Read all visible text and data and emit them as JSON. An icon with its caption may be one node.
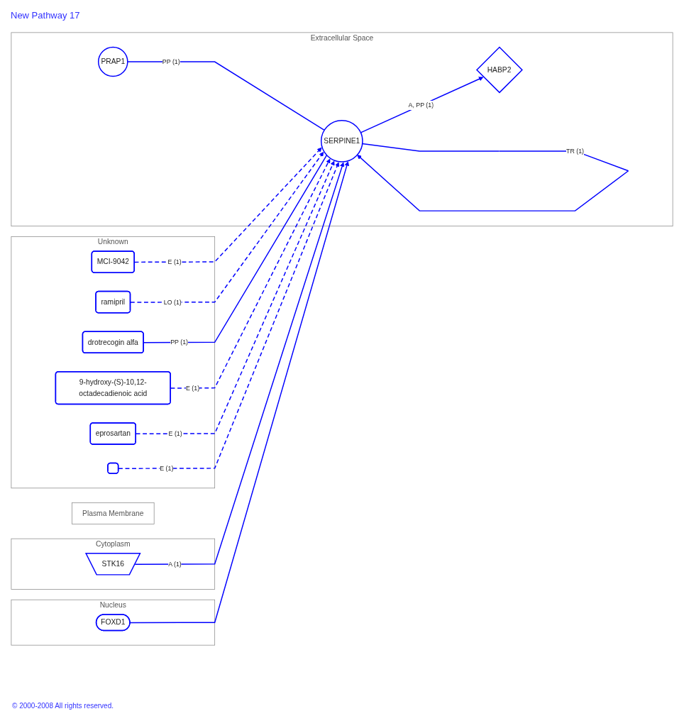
{
  "diagram": {
    "title": "New Pathway 17",
    "nodes": [
      {
        "text": [
          "Extracellular Space"
        ]
      },
      {
        "text": [
          "HABP2"
        ],
        "in": 0
      },
      {
        "text": [
          "PRAP1"
        ],
        "in": 0
      },
      {
        "text": [
          "SERPINE1"
        ],
        "in": 0
      },
      {
        "text": [
          "Plasma Membrane"
        ]
      },
      {
        "text": [
          "Cytoplasm"
        ]
      },
      {
        "text": [
          "STK16"
        ],
        "in": 5
      },
      {
        "text": [
          "Nucleus"
        ]
      },
      {
        "text": [
          "FOXD1"
        ],
        "in": 7
      },
      {
        "text": [
          "Unknown"
        ]
      },
      {
        "text": [
          "MCI-9042"
        ],
        "in": 9
      },
      {
        "text": [
          "ramipril"
        ],
        "in": 9
      },
      {
        "text": [
          "drotrecogin alfa"
        ],
        "in": 9
      },
      {
        "text": [
          "9-hydroxy-(S)-10,12-octadecadienoic acid"
        ],
        "in": 9
      },
      {
        "text": [
          "eprosartan"
        ],
        "in": 9
      },
      {
        "text": [],
        "shape": "box",
        "in": 9
      }
    ],
    "edges": [
      {
        "from": 3,
        "to": 1,
        "arrow": "to",
        "label": "A, PP (1)"
      },
      {
        "from": 3,
        "to": 3,
        "arrow": "to",
        "label": "TR (1)"
      },
      {
        "from": 2,
        "to": 3,
        "arrow": "none",
        "label": "PP (1)"
      },
      {
        "from": 10,
        "to": 3,
        "arrow": "to",
        "label": "E (1)",
        "style": "dashed"
      },
      {
        "from": 11,
        "to": 3,
        "arrow": "to",
        "label": "LO (1)",
        "style": "dashed"
      },
      {
        "from": 12,
        "to": 3,
        "arrow": "none",
        "label": "PP (1)"
      },
      {
        "from": 13,
        "to": 3,
        "arrow": "to",
        "label": "E (1)",
        "style": "dashed"
      },
      {
        "from": 6,
        "to": 3,
        "arrow": "to",
        "label": "A (1)"
      },
      {
        "from": 14,
        "to": 3,
        "arrow": "to",
        "label": "E (1)",
        "style": "dashed"
      },
      {
        "from": 15,
        "to": 3,
        "arrow": "to",
        "label": "E (1)",
        "style": "dashed"
      },
      {
        "from": 8,
        "to": 3,
        "arrow": "to"
      }
    ],
    "labels": [
      "© 2000-2008 All rights reserved."
    ]
  }
}
